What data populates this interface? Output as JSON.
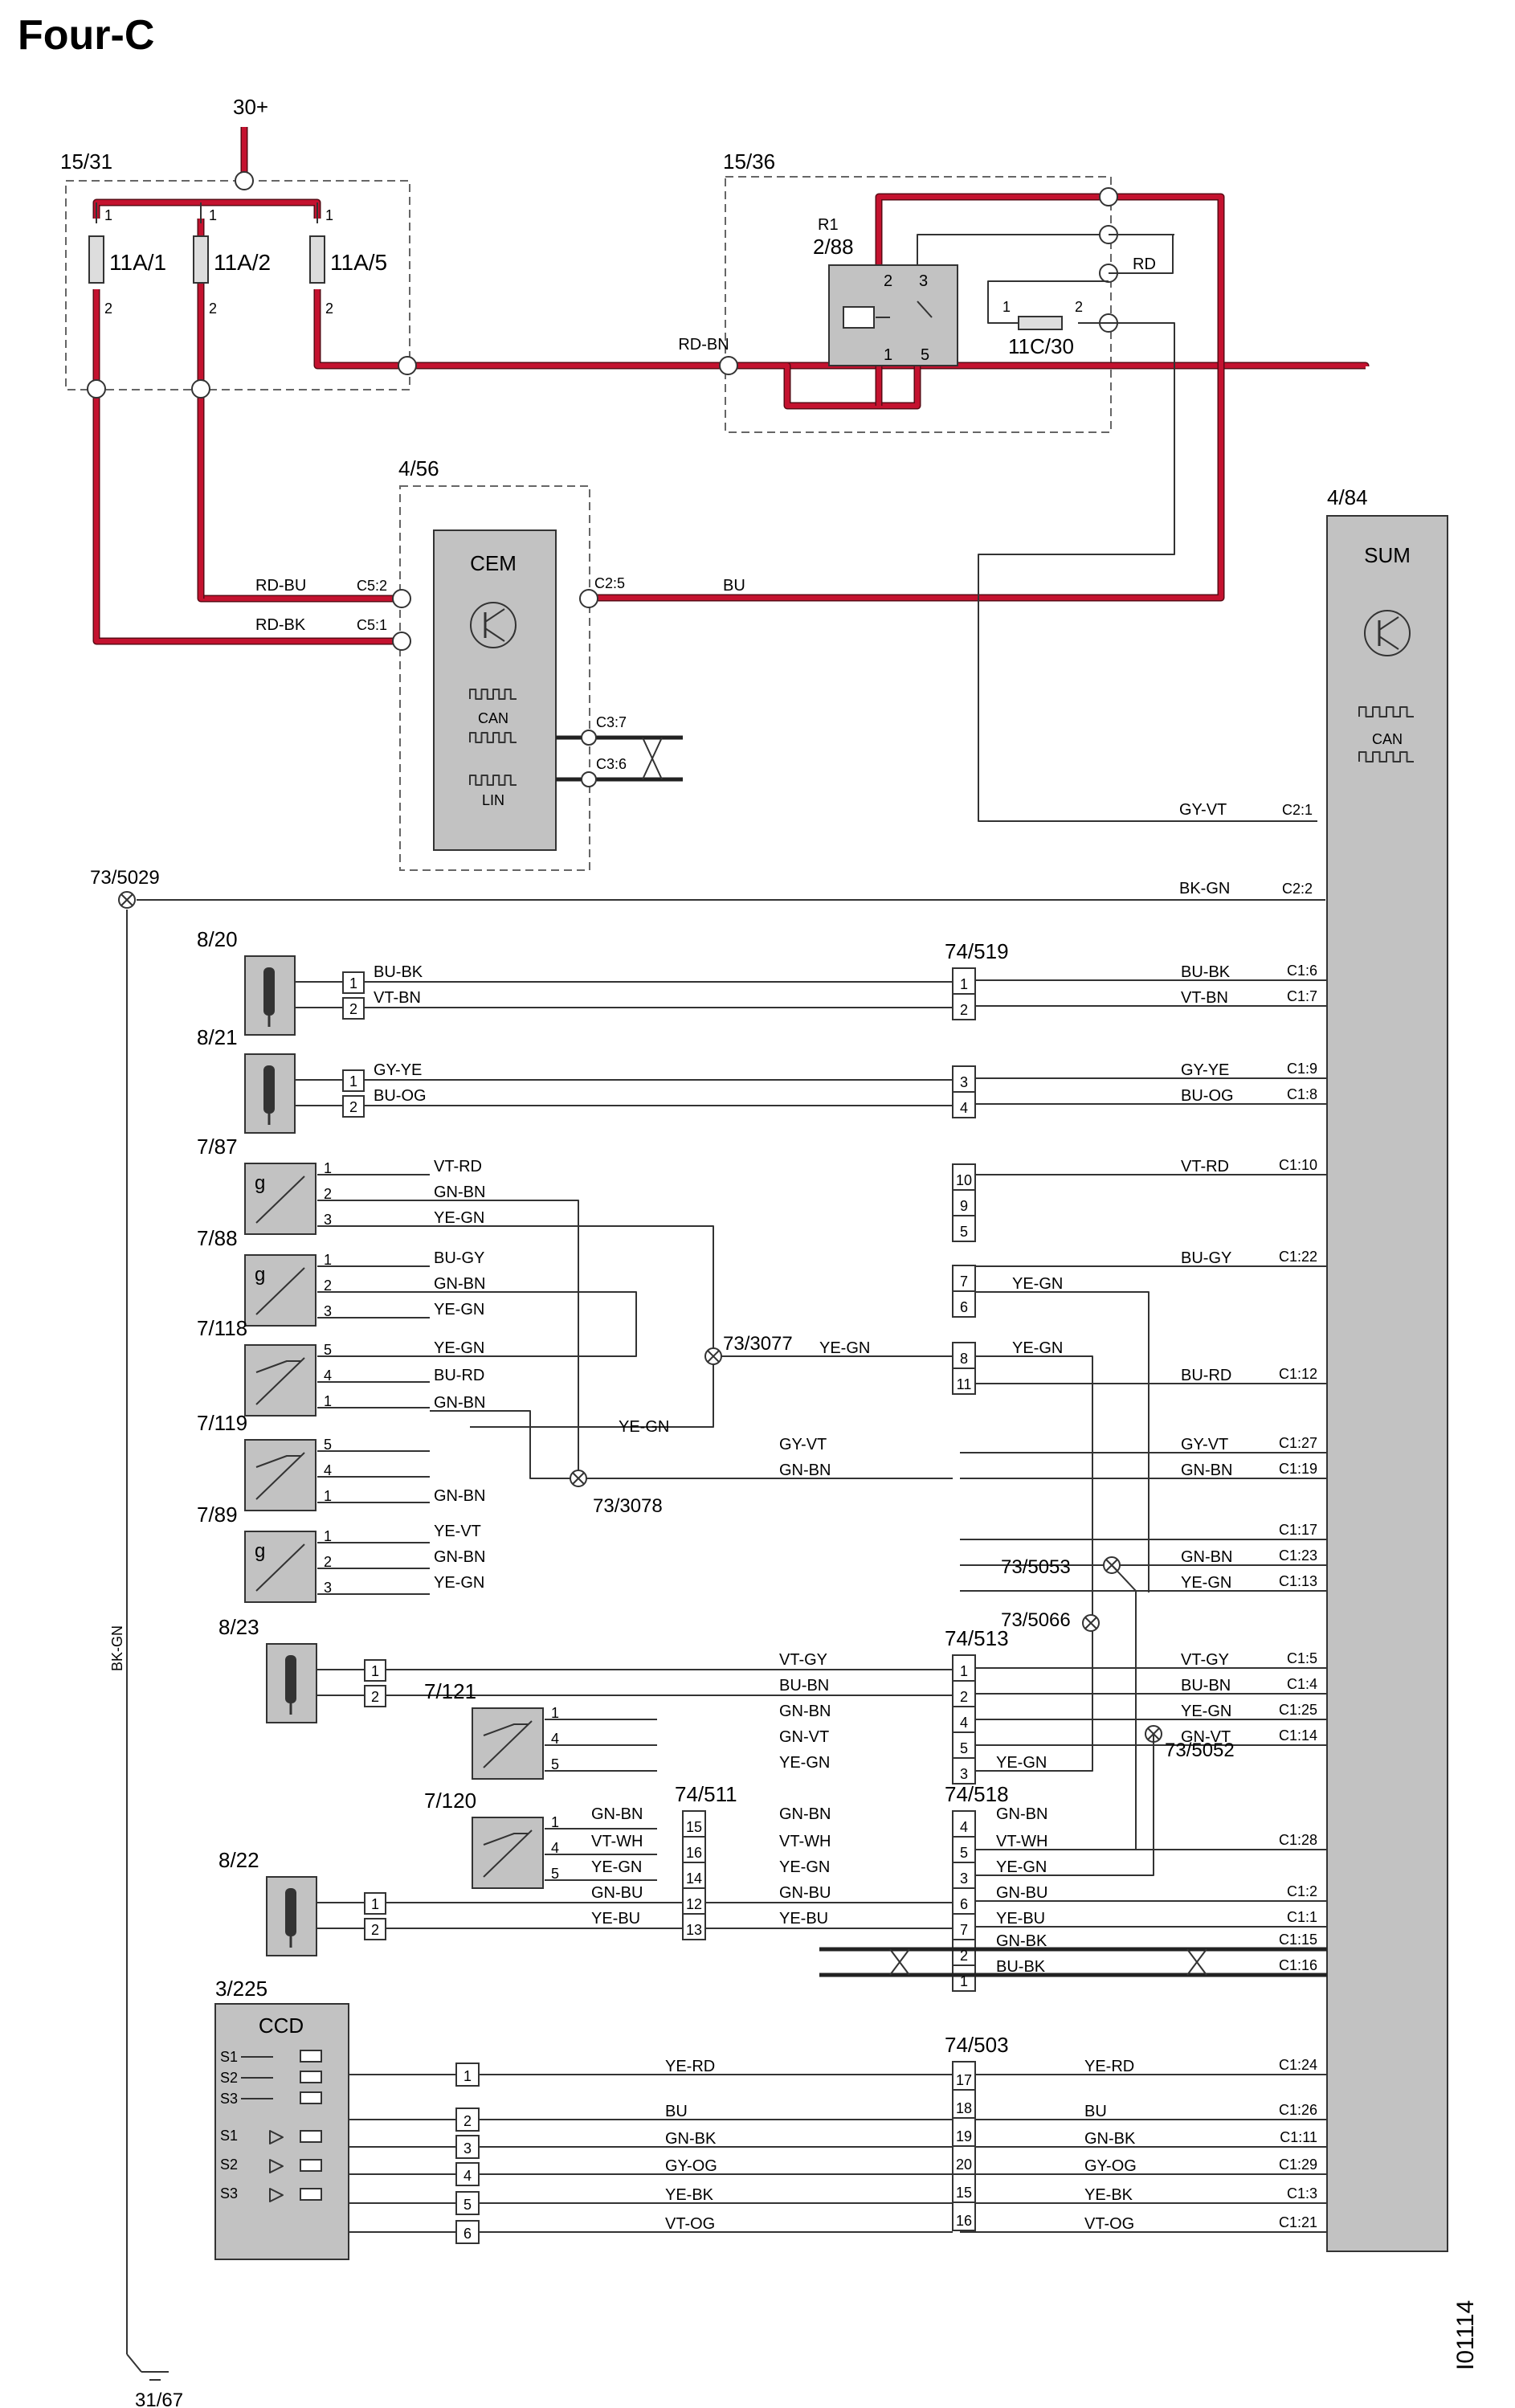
{
  "page": {
    "title": "Four-C",
    "drawing_id": "I01114"
  },
  "supply": {
    "terminal": "30+",
    "ground": "31/67"
  },
  "fusebox": {
    "id": "15/31",
    "fuses": [
      {
        "label": "11A/1"
      },
      {
        "label": "11A/2"
      },
      {
        "label": "11A/5"
      }
    ],
    "pin_top": "1",
    "pin_bottom": "2"
  },
  "relay_box": {
    "id": "15/36",
    "relay": "R1",
    "relay_id": "2/88",
    "pins": [
      "2",
      "3",
      "1",
      "5"
    ],
    "fuse": "11C/30",
    "fuse_pins": [
      "1",
      "2"
    ],
    "wire_rd": "RD"
  },
  "cem": {
    "id": "4/56",
    "label": "CEM",
    "can": "CAN",
    "lin": "LIN",
    "pins": {
      "c5_2": "C5:2",
      "c5_1": "C5:1",
      "c2_5": "C2:5",
      "c3_7": "C3:7",
      "c3_6": "C3:6"
    }
  },
  "sum": {
    "id": "4/84",
    "label": "SUM",
    "can": "CAN"
  },
  "wires": {
    "rd_bn": "RD-BN",
    "rd_bu": "RD-BU",
    "rd_bk": "RD-BK",
    "bu": "BU",
    "gy_vt": "GY-VT",
    "bk_gn": "BK-GN",
    "bk_gn_vertical": "BK-GN"
  },
  "sum_pins_top": {
    "c2_1": "C2:1",
    "c2_2": "C2:2"
  },
  "splices": {
    "s5029": "73/5029",
    "s3077": "73/3077",
    "s3078": "73/3078",
    "s5053": "73/5053",
    "s5066": "73/5066",
    "s5052": "73/5052"
  },
  "connectors": {
    "c519": "74/519",
    "c513": "74/513",
    "c511": "74/511",
    "c518": "74/518",
    "c503": "74/503"
  },
  "c519_pins": [
    "1",
    "2",
    "3",
    "4",
    "10",
    "9",
    "5",
    "7",
    "6",
    "8",
    "11"
  ],
  "c513_pins": [
    "1",
    "2",
    "4",
    "5",
    "3"
  ],
  "c511_pins": [
    "15",
    "16",
    "14",
    "12",
    "13"
  ],
  "c518_pins": [
    "4",
    "5",
    "3",
    "6",
    "7",
    "2",
    "1"
  ],
  "c503_pins": [
    "17",
    "18",
    "19",
    "20",
    "15",
    "16"
  ],
  "components": [
    {
      "id": "8/20",
      "pins": [
        "1",
        "2"
      ]
    },
    {
      "id": "8/21",
      "pins": [
        "1",
        "2"
      ]
    },
    {
      "id": "7/87",
      "symbol": "g",
      "pins": [
        "1",
        "2",
        "3"
      ]
    },
    {
      "id": "7/88",
      "symbol": "g",
      "pins": [
        "1",
        "2",
        "3"
      ]
    },
    {
      "id": "7/118",
      "pins": [
        "5",
        "4",
        "1"
      ]
    },
    {
      "id": "7/119",
      "pins": [
        "5",
        "4",
        "1"
      ]
    },
    {
      "id": "7/89",
      "symbol": "g",
      "pins": [
        "1",
        "2",
        "3"
      ]
    },
    {
      "id": "8/23",
      "pins": [
        "1",
        "2"
      ]
    },
    {
      "id": "7/121",
      "pins": [
        "1",
        "4",
        "5"
      ]
    },
    {
      "id": "7/120",
      "pins": [
        "1",
        "4",
        "5"
      ]
    },
    {
      "id": "8/22",
      "pins": [
        "1",
        "2"
      ]
    }
  ],
  "ccd": {
    "id": "3/225",
    "label": "CCD",
    "switches": [
      "S1",
      "S2",
      "S3"
    ],
    "leds": [
      "S1",
      "S2",
      "S3"
    ],
    "pins": [
      "1",
      "2",
      "3",
      "4",
      "5",
      "6"
    ]
  },
  "signal_rows": [
    {
      "left": "BU-BK",
      "right": "BU-BK",
      "sum_pin": "C1:6"
    },
    {
      "left": "VT-BN",
      "right": "VT-BN",
      "sum_pin": "C1:7"
    },
    {
      "left": "GY-YE",
      "right": "GY-YE",
      "sum_pin": "C1:9"
    },
    {
      "left": "BU-OG",
      "right": "BU-OG",
      "sum_pin": "C1:8"
    },
    {
      "left": "VT-RD",
      "right": "VT-RD",
      "sum_pin": "C1:10"
    },
    {
      "left": "GN-BN"
    },
    {
      "left": "YE-GN"
    },
    {
      "left": "BU-GY",
      "right": "BU-GY",
      "sum_pin": "C1:22"
    },
    {
      "left": "GN-BN",
      "right": "YE-GN"
    },
    {
      "left": "YE-GN"
    },
    {
      "left": "YE-GN",
      "mid": "YE-GN",
      "right": "YE-GN"
    },
    {
      "left": "BU-RD",
      "right": "BU-RD",
      "sum_pin": "C1:12"
    },
    {
      "left": "GN-BN"
    },
    {
      "left": "YE-GN"
    },
    {
      "mid": "GY-VT",
      "right": "GY-VT",
      "sum_pin": "C1:27"
    },
    {
      "mid": "GN-BN",
      "right": "GN-BN",
      "sum_pin": "C1:19"
    },
    {
      "left": "GN-BN"
    },
    {
      "left": "YE-VT",
      "sum_pin": "C1:17"
    },
    {
      "left": "GN-BN",
      "right": "GN-BN",
      "sum_pin": "C1:23"
    },
    {
      "left": "YE-GN",
      "right": "YE-GN",
      "sum_pin": "C1:13"
    },
    {
      "mid": "VT-GY",
      "right": "VT-GY",
      "sum_pin": "C1:5"
    },
    {
      "mid": "BU-BN",
      "right": "BU-BN",
      "sum_pin": "C1:4"
    },
    {
      "mid": "GN-BN",
      "right": "YE-GN",
      "sum_pin": "C1:25"
    },
    {
      "mid": "GN-VT",
      "right": "GN-VT",
      "sum_pin": "C1:14"
    },
    {
      "mid": "YE-GN",
      "right": "YE-GN"
    },
    {
      "left": "GN-BN",
      "mid": "GN-BN",
      "right": "GN-BN"
    },
    {
      "left": "VT-WH",
      "mid": "VT-WH",
      "right": "VT-WH",
      "sum_pin": "C1:28"
    },
    {
      "left": "YE-GN",
      "mid": "YE-GN",
      "right": "YE-GN"
    },
    {
      "left": "GN-BU",
      "mid": "GN-BU",
      "right": "GN-BU",
      "sum_pin": "C1:2"
    },
    {
      "left": "YE-BU",
      "mid": "YE-BU",
      "right": "YE-BU",
      "sum_pin": "C1:1"
    },
    {
      "right": "GN-BK",
      "sum_pin": "C1:15"
    },
    {
      "right": "BU-BK",
      "sum_pin": "C1:16"
    },
    {
      "mid": "YE-RD",
      "right": "YE-RD",
      "sum_pin": "C1:24"
    },
    {
      "mid": "BU",
      "right": "BU",
      "sum_pin": "C1:26"
    },
    {
      "mid": "GN-BK",
      "right": "GN-BK",
      "sum_pin": "C1:11"
    },
    {
      "mid": "GY-OG",
      "right": "GY-OG",
      "sum_pin": "C1:29"
    },
    {
      "mid": "YE-BK",
      "right": "YE-BK",
      "sum_pin": "C1:3"
    },
    {
      "mid": "VT-OG",
      "right": "VT-OG",
      "sum_pin": "C1:21"
    }
  ]
}
